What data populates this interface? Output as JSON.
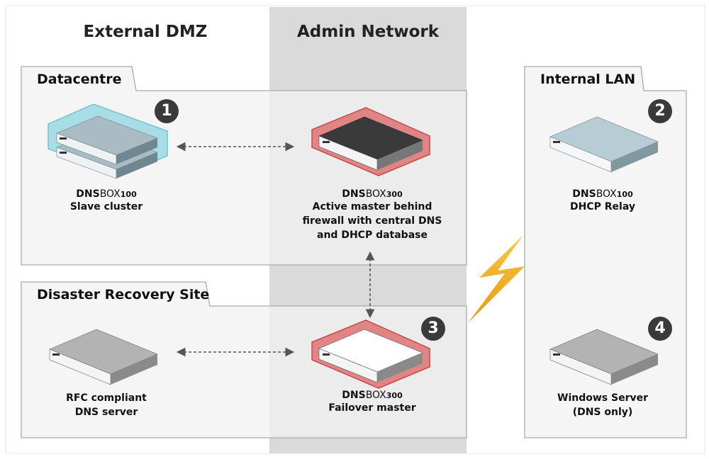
{
  "zones": {
    "external_dmz": "External DMZ",
    "admin_network": "Admin Network"
  },
  "sites": {
    "datacentre": "Datacentre",
    "disaster_recovery": "Disaster Recovery Site",
    "internal_lan": "Internal LAN"
  },
  "devices": [
    {
      "id": "dnsbox100-cluster",
      "badge": "1",
      "brand": "DNS",
      "model": "BOX",
      "num": "100",
      "description": [
        "Slave cluster"
      ]
    },
    {
      "id": "dnsbox300-active",
      "brand": "DNS",
      "model": "BOX",
      "num": "300",
      "description": [
        "Active master behind",
        "firewall with central DNS",
        "and DHCP database"
      ]
    },
    {
      "id": "dnsbox100-relay",
      "badge": "2",
      "brand": "DNS",
      "model": "BOX",
      "num": "100",
      "description": [
        "DHCP Relay"
      ]
    },
    {
      "id": "rfc-dns-server",
      "description": [
        "RFC compliant",
        "DNS server"
      ]
    },
    {
      "id": "dnsbox300-failover",
      "badge": "3",
      "brand": "DNS",
      "model": "BOX",
      "num": "300",
      "description": [
        "Failover master"
      ]
    },
    {
      "id": "windows-server",
      "badge": "4",
      "description": [
        "Windows Server",
        "(DNS only)"
      ]
    }
  ],
  "colors": {
    "admin_band": "#dadadb",
    "box_bg": "#f1f1f1",
    "cyan_halo": "#a8dde6",
    "red_halo": "#e07a7a",
    "lightning": "#f3b21b"
  }
}
